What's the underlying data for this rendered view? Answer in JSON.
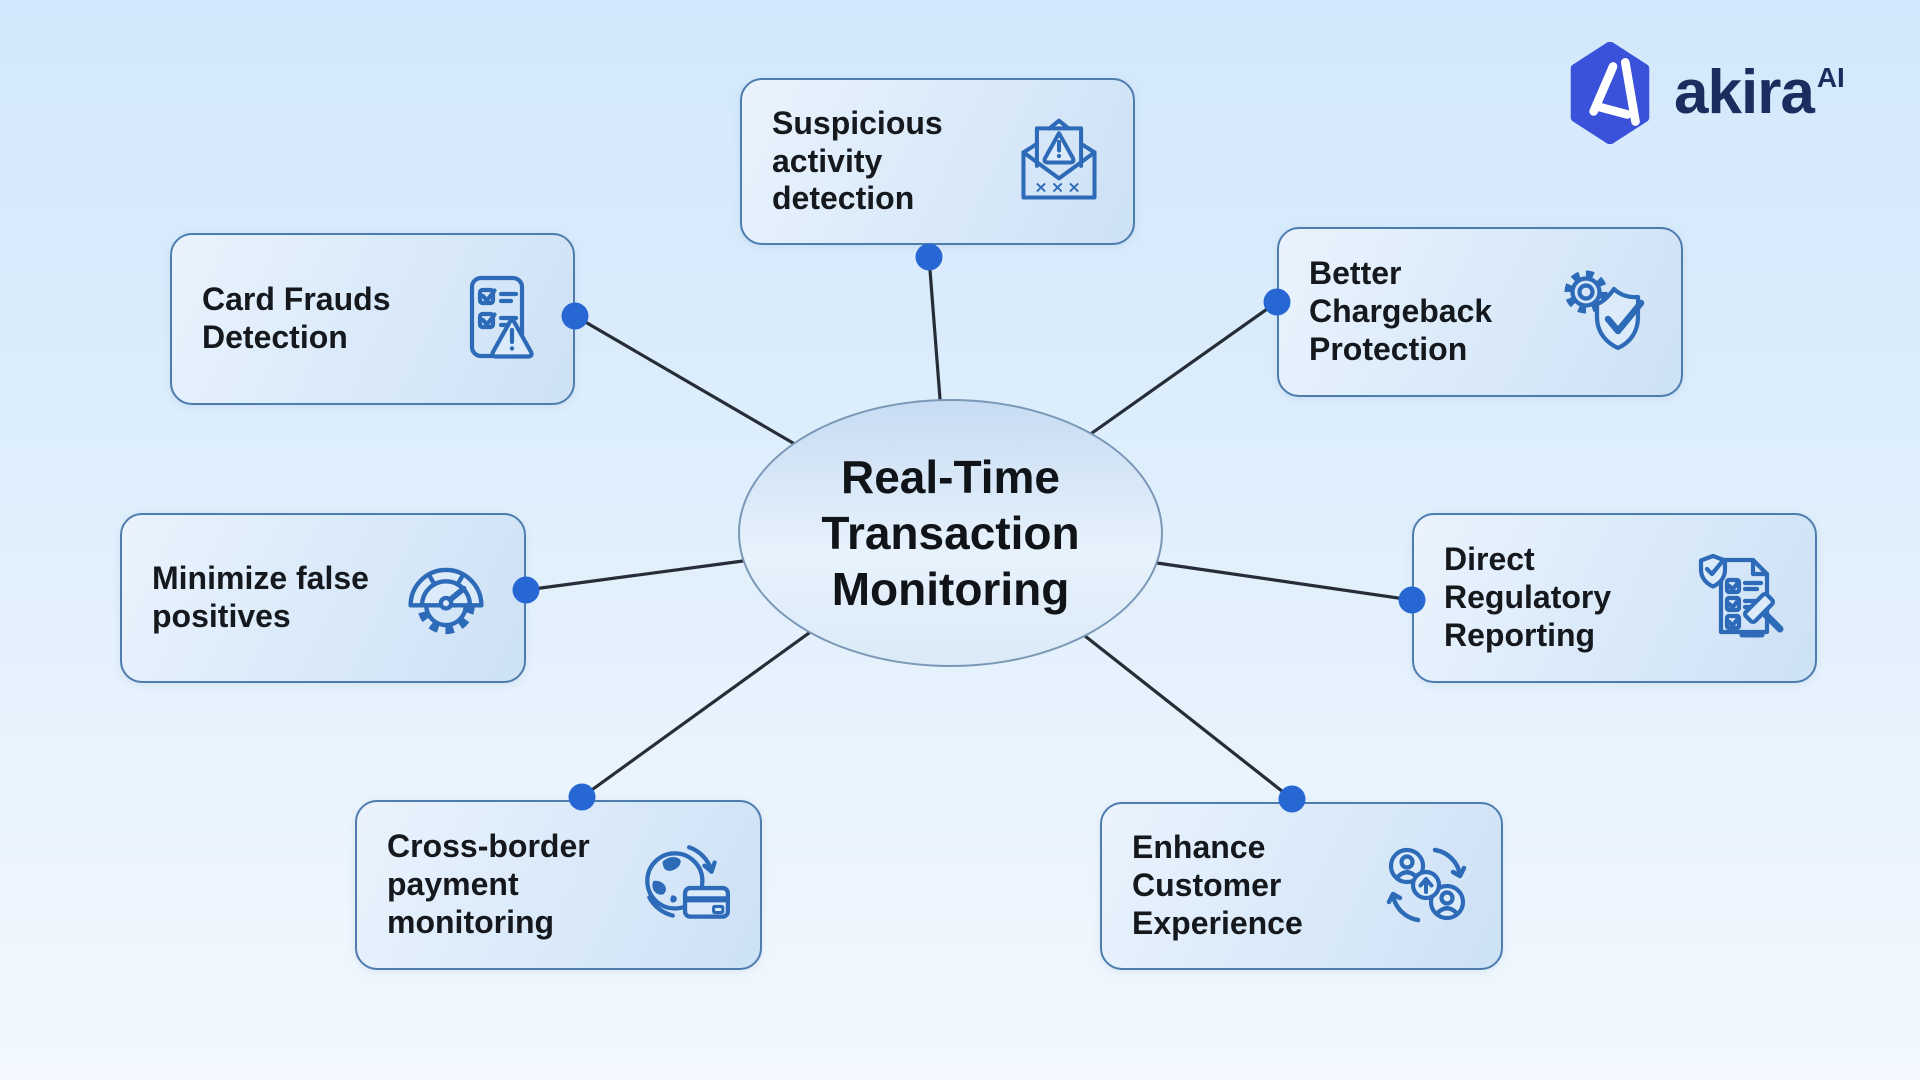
{
  "logo": {
    "brand": "akira",
    "superscript": "AI"
  },
  "center": {
    "title": "Real-Time Transaction Monitoring",
    "lines": [
      "Real-Time",
      "Transaction",
      "Monitoring"
    ]
  },
  "nodes": [
    {
      "label": "Suspicious activity detection",
      "icon": "warning-mail-icon"
    },
    {
      "label": "Card Frauds Detection",
      "icon": "fraud-checklist-icon"
    },
    {
      "label": "Better Chargeback Protection",
      "icon": "gear-shield-check-icon"
    },
    {
      "label": "Minimize false positives",
      "icon": "gauge-gear-icon"
    },
    {
      "label": "Direct Regulatory Reporting",
      "icon": "compliance-checklist-gavel-icon"
    },
    {
      "label": "Cross-border payment monitoring",
      "icon": "globe-credit-card-icon"
    },
    {
      "label": "Enhance Customer Experience",
      "icon": "people-cycle-arrows-icon"
    }
  ],
  "icon_text": {
    "envelope_marks": "×××"
  },
  "colors": {
    "connector_dot": "#2767d3",
    "connector_line": "#262d37",
    "icon_stroke": "#2d6ab8",
    "card_border": "#4d7cae",
    "logo_blue": "#3a51da",
    "logo_text": "#1b2d5e",
    "label_text": "#15181d"
  }
}
